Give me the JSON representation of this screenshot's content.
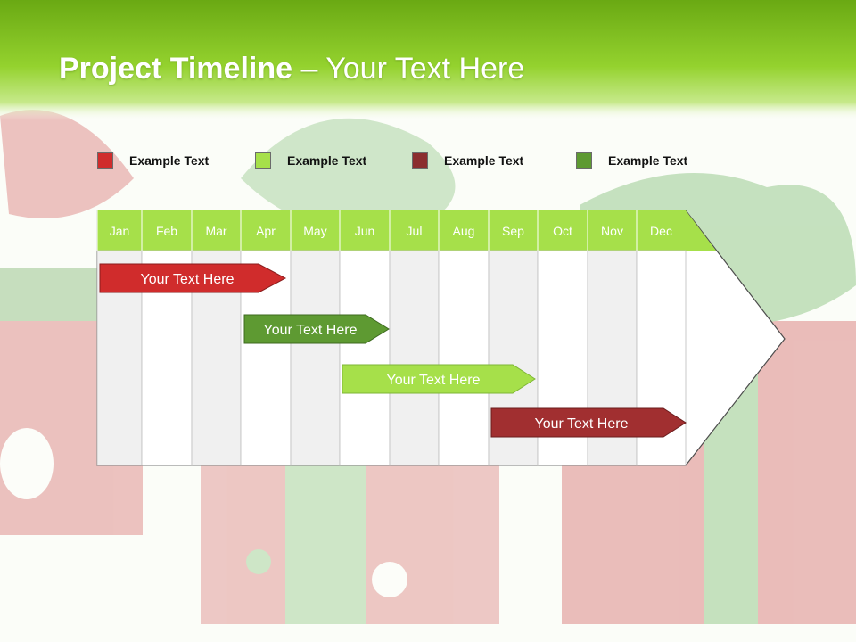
{
  "title": {
    "bold": "Project Timeline",
    "rest": " – Your Text Here"
  },
  "legend": [
    {
      "label": "Example Text",
      "color": "#d02c2c"
    },
    {
      "label": "Example Text",
      "color": "#a6e04a"
    },
    {
      "label": "Example Text",
      "color": "#8b2d2f"
    },
    {
      "label": "Example Text",
      "color": "#5e9a32"
    }
  ],
  "months": [
    "Jan",
    "Feb",
    "Mar",
    "Apr",
    "May",
    "Jun",
    "Jul",
    "Aug",
    "Sep",
    "Oct",
    "Nov",
    "Dec"
  ],
  "tasks": [
    {
      "label": "Your  Text Here",
      "color": "#d02c2c"
    },
    {
      "label": "Your  Text Here",
      "color": "#5e9a32"
    },
    {
      "label": "Your  Text Here",
      "color": "#a6e04a"
    },
    {
      "label": "Your  Text Here",
      "color": "#a12f30"
    }
  ],
  "colors": {
    "header_green": "#a6e04a",
    "banner_green": "#7cc220"
  }
}
